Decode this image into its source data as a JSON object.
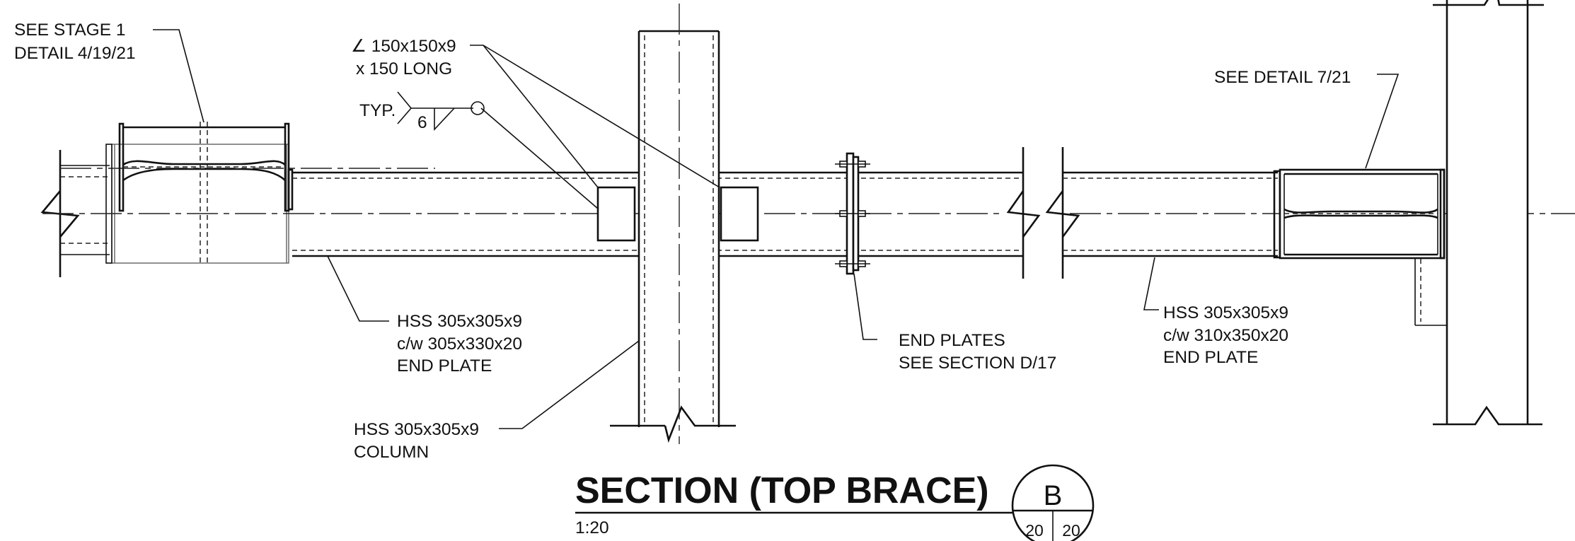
{
  "annotations": {
    "stage_ref": [
      "SEE STAGE 1",
      "DETAIL 4/19/21"
    ],
    "angle": [
      "∠ 150x150x9",
      "x 150 LONG"
    ],
    "weld_typ": "TYP.",
    "weld_size": "6",
    "detail_ref": "SEE DETAIL 7/21",
    "brace_left": [
      "HSS 305x305x9",
      "c/w 305x330x20",
      "END PLATE"
    ],
    "column": [
      "HSS 305x305x9",
      "COLUMN"
    ],
    "end_plates": [
      "END PLATES",
      "SEE SECTION D/17"
    ],
    "brace_right": [
      "HSS 305x305x9",
      "c/w 310x350x20",
      "END PLATE"
    ]
  },
  "title_block": {
    "title": "SECTION (TOP BRACE)",
    "scale": "1:20",
    "section_mark": "B",
    "sheet_left": "20",
    "sheet_right": "20"
  },
  "icons": [
    "break-line-icon",
    "weld-symbol-icon",
    "section-bubble-icon"
  ]
}
